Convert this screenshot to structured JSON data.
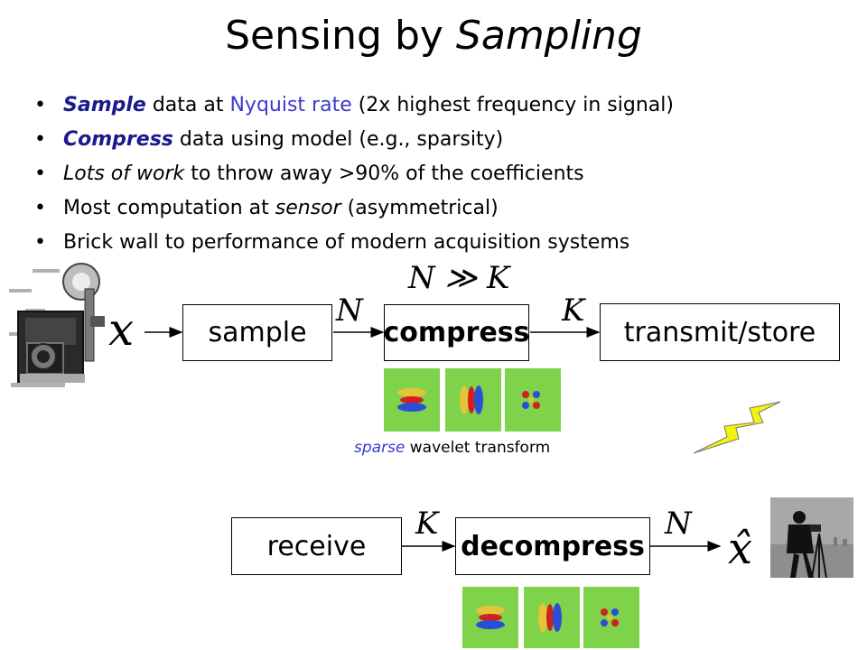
{
  "title": {
    "prefix": "Sensing by ",
    "emphasis": "Sampling"
  },
  "bullets": [
    {
      "lead": "Sample",
      "mid": " data at ",
      "link": "Nyquist rate",
      "rest": " (2x highest frequency in signal)"
    },
    {
      "lead": "Compress",
      "rest": " data using model (e.g., sparsity)"
    },
    {
      "lead": "Lots of work",
      "rest": " to throw away >90% of the coefficients"
    },
    {
      "pre": "Most computation at ",
      "ital": "sensor",
      "rest": " (asymmetrical)"
    },
    {
      "text": "Brick wall to performance of modern acquisition systems"
    }
  ],
  "diagram": {
    "input_symbol": "x",
    "relation": "N ≫ K",
    "label_N": "N",
    "label_K": "K",
    "sample_label": "sample",
    "compress_label": "compress",
    "transmit_label": "transmit/store",
    "receive_label": "receive",
    "decompress_label": "decompress",
    "output_symbol": "x̂",
    "caption_italic": "sparse",
    "caption_rest": " wavelet transform"
  },
  "colors": {
    "accent": "#1a1a8c",
    "link": "#3a3ad0",
    "bolt": "#f2f20f",
    "wavelet_bg": "#7fd34a"
  },
  "icons": [
    "camera-image",
    "lightning-icon",
    "cameraman-image",
    "wavelet-basis-image"
  ]
}
